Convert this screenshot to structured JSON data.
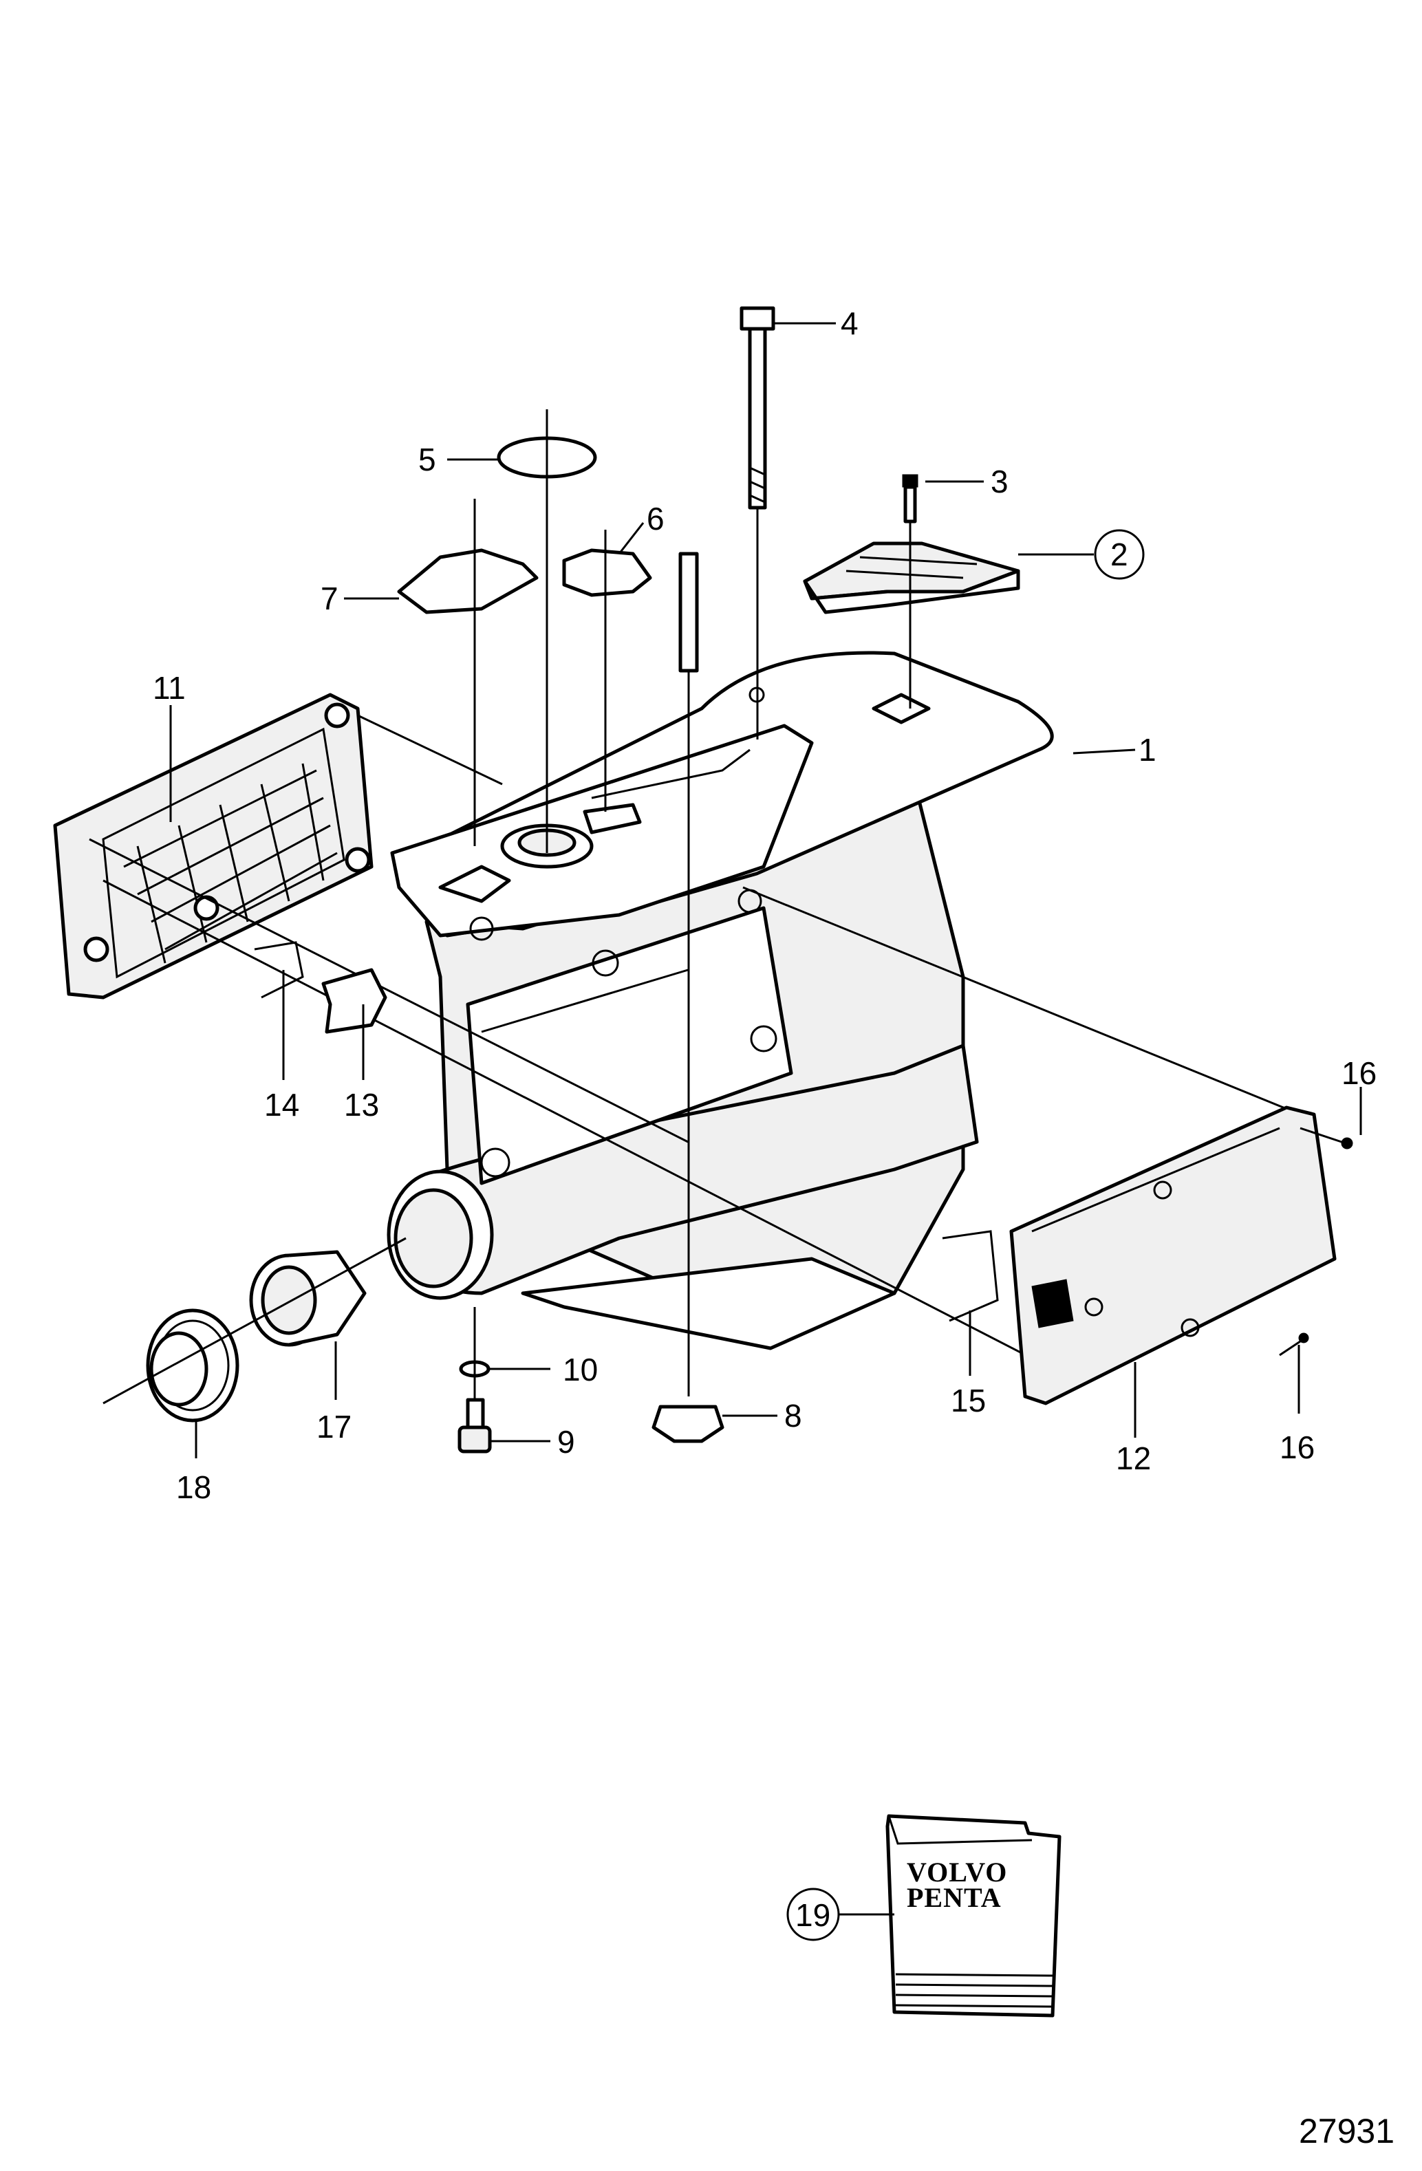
{
  "callouts": {
    "c1": "1",
    "c2": "2",
    "c3": "3",
    "c4": "4",
    "c5": "5",
    "c6": "6",
    "c7": "7",
    "c8": "8",
    "c9": "9",
    "c10": "10",
    "c11": "11",
    "c12": "12",
    "c13": "13",
    "c14": "14",
    "c15": "15",
    "c16a": "16",
    "c16b": "16",
    "c17": "17",
    "c18": "18",
    "c19": "19"
  },
  "manual_brand": {
    "line1": "VOLVO",
    "line2": "PENTA"
  },
  "figure_number": "27931"
}
